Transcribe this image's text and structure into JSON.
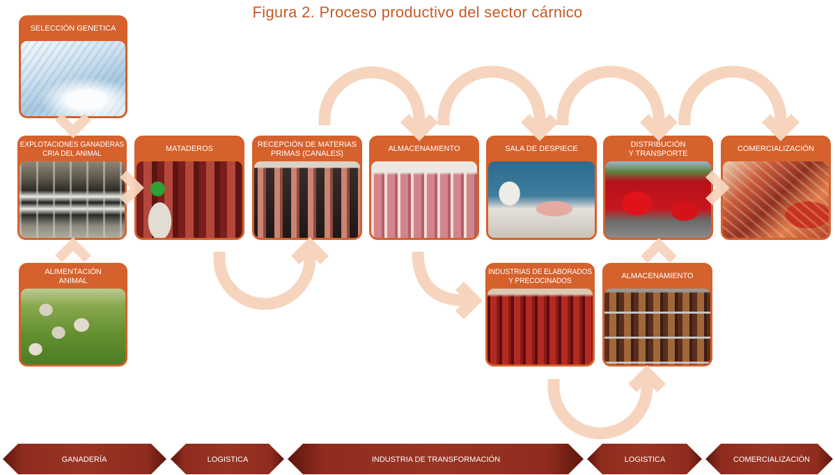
{
  "figure": {
    "title": "Figura 2. Proceso productivo del sector cárnico"
  },
  "colors": {
    "title": "#c55a26",
    "card": "#d5612c",
    "flow_arrow": "#f6d4be",
    "phase_bar": "#8e2c1d"
  },
  "cards": [
    {
      "lines": [
        "SELECCIÓN GENETICA"
      ]
    },
    {
      "lines": [
        "EXPLOTACIONES GANADERAS",
        "CRIA DEL ANIMAL"
      ]
    },
    {
      "lines": [
        "MATADEROS"
      ]
    },
    {
      "lines": [
        "RECEPCIÓN DE MATERIAS",
        "PRIMAS (CANALES)"
      ]
    },
    {
      "lines": [
        "ALMACENAMIENTO"
      ]
    },
    {
      "lines": [
        "SALA DE DESPIECE"
      ]
    },
    {
      "lines": [
        "DISTRIBUCIÓN",
        "Y TRANSPORTE"
      ]
    },
    {
      "lines": [
        "COMERCIALIZACIÓN"
      ]
    },
    {
      "lines": [
        "ALIMENTACIÓN",
        "ANIMAL"
      ]
    },
    {
      "lines": [
        "INDUSTRIAS DE ELABORADOS",
        "Y PRECOCINADOS"
      ]
    },
    {
      "lines": [
        "ALMACENAMIENTO"
      ]
    }
  ],
  "phases": [
    "GANADERÍA",
    "LOGISTICA",
    "INDUSTRIA DE TRANSFORMACIÓN",
    "LOGISTICA",
    "COMERCIALIZACIÓN"
  ]
}
